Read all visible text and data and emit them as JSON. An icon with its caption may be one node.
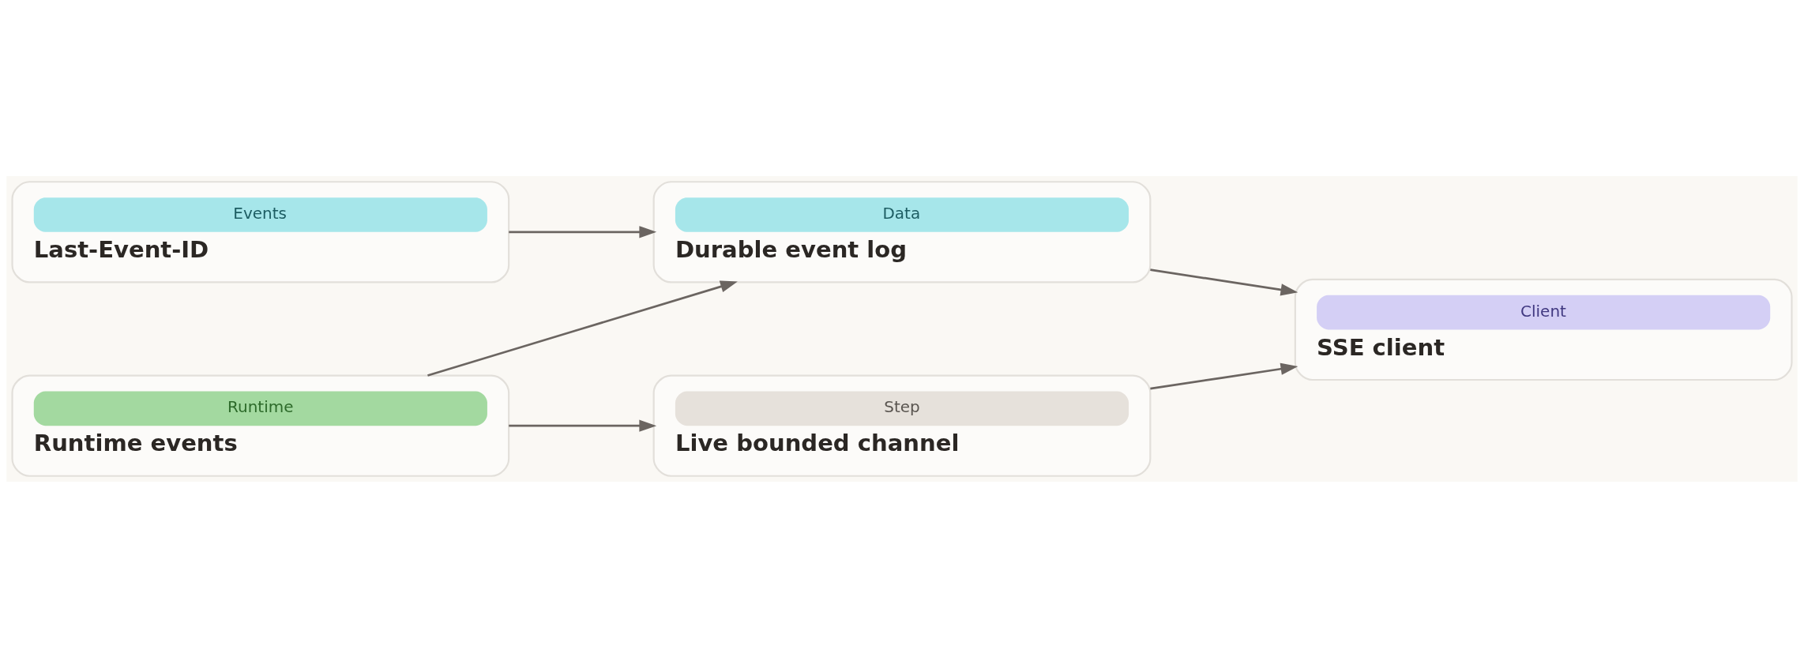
{
  "diagram": {
    "nodes": [
      {
        "text": [
          "Runtime",
          "Runtime events"
        ]
      },
      {
        "text": [
          "Events",
          "Last-Event-ID"
        ]
      },
      {
        "text": [
          "Data",
          "Durable event log"
        ]
      },
      {
        "text": [
          "Step",
          "Live bounded channel"
        ]
      },
      {
        "text": [
          "Client",
          "SSE client"
        ]
      }
    ],
    "edges": [
      {
        "from": 0,
        "to": 2,
        "arrow": "to"
      },
      {
        "from": 0,
        "to": 3,
        "arrow": "to"
      },
      {
        "from": 1,
        "to": 2,
        "arrow": "to"
      },
      {
        "from": 2,
        "to": 4,
        "arrow": "to"
      },
      {
        "from": 3,
        "to": 4,
        "arrow": "to"
      }
    ]
  }
}
